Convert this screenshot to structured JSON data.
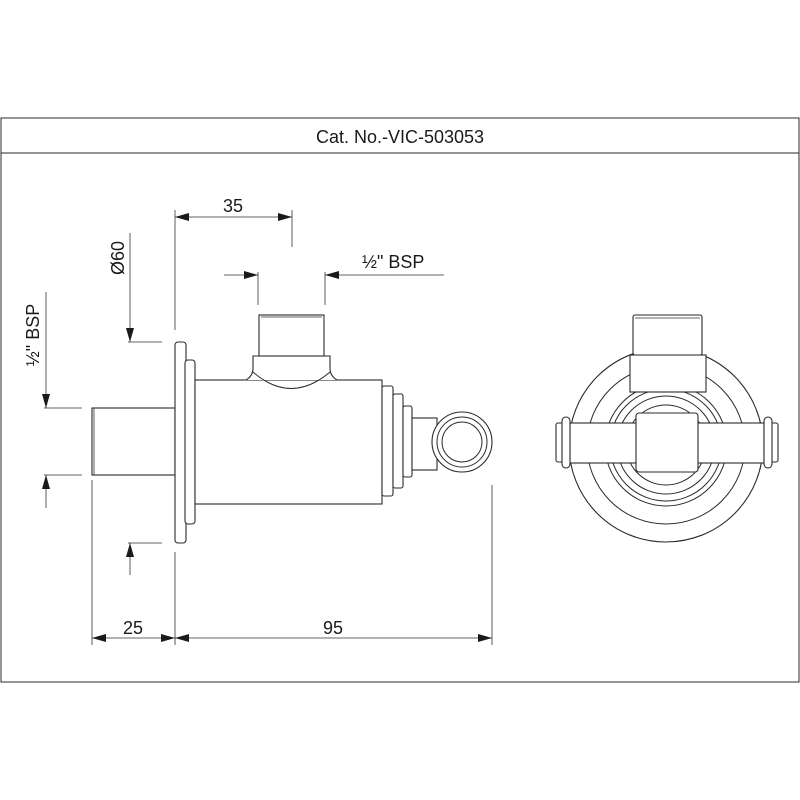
{
  "title": "Cat. No.-VIC-503053",
  "dimensions": {
    "top_offset": "35",
    "outlet_thread": "½\" BSP",
    "diameter": "Ø60",
    "inlet_thread": "½\" BSP",
    "inlet_length": "25",
    "body_length": "95"
  }
}
